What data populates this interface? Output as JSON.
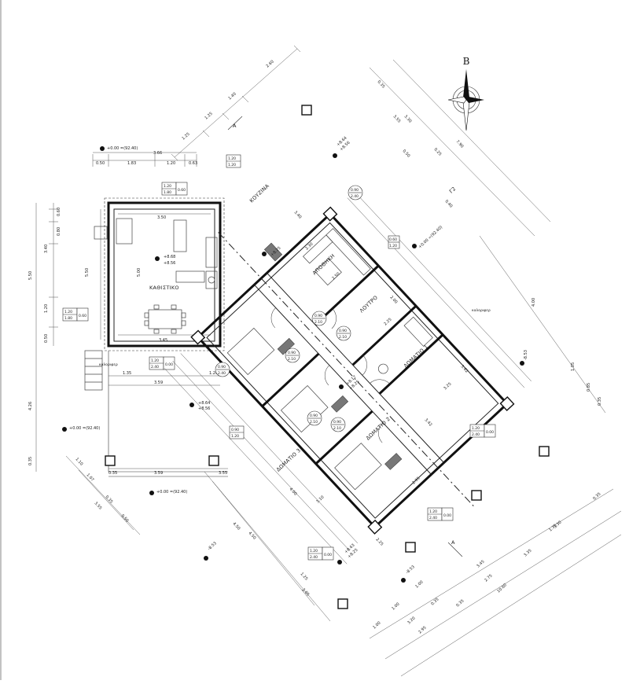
{
  "north": {
    "label": "B",
    "icon": "north-arrow-icon"
  },
  "rooms": [
    {
      "id": "living",
      "label": "ΚΑΘΙΣΤΙΚΟ",
      "level_top": "+8.68",
      "level_bottom": "+8.56"
    },
    {
      "id": "kitchen",
      "label": "ΚΟΥΖΙΝΑ"
    },
    {
      "id": "storage",
      "label": "ΑΠΟΘΗΚΗ"
    },
    {
      "id": "bath",
      "label": "ΛΟΥΤΡΟ"
    },
    {
      "id": "bed1",
      "label": "ΔΩΜΑΤΙΟ 1"
    },
    {
      "id": "bed2",
      "label": "ΔΩΜΑΤΙΟ 2"
    },
    {
      "id": "bed3",
      "label": "ΔΩΜΑΤΙΟ 3"
    }
  ],
  "labels": {
    "kalorifer": "καλοριφερ",
    "kalorifer2": "καλοριφερ"
  },
  "levels": {
    "ground_top": "+0.00 =(92.40)",
    "ground_left": "+0.00 =(92.40)",
    "ground_bottom": "+0.00 =(92.40)",
    "ground_right": "+0.00 =(92.40)",
    "porch_a": "+8.64",
    "porch_b": "+8.56",
    "kitchen_out_a": "+8.64",
    "kitchen_out_b": "+8.56",
    "corridor_a": "+8.17",
    "corridor_b": "+8.25",
    "storage_lvl": "+8.25",
    "bed3_out_a": "+8.63",
    "bed3_out_b": "+8.25",
    "ext_1": "-8.53",
    "ext_2": "-8.53",
    "ext_3": "-8.53"
  },
  "dims": {
    "top": [
      "0.50",
      "1.83",
      "1.20",
      "0.63"
    ],
    "top_total": "3.66",
    "top_diag": [
      "1.25",
      "1.25",
      "1.40",
      "2.60"
    ],
    "left_outer": "5.50",
    "left_inner": [
      "0.60",
      "0.80",
      "3.40",
      "1.20",
      "0.50"
    ],
    "left_mid": "5.50",
    "left_bottom": "4.26",
    "left_small": "0.35",
    "living_w": "3.50",
    "living_h": "5.00",
    "living_inner": "3.45",
    "porch_w1": "1.35",
    "porch_w2": "1.20",
    "porch_total": "3.59",
    "bottom_w": "3.59",
    "bottom_a": "0.35",
    "bottom_b": "3.55",
    "kitchen_w": "3.40",
    "kitchen_h": "2.30",
    "storage_w": "2.50",
    "bath_w": "2.25",
    "bath_h": "2.00",
    "bed1_w": "3.25",
    "bed1_h": "3.62",
    "bed2_w": "2.95",
    "bed2_h": "3.42",
    "bed3_w": "3.10",
    "bed3_h": "4.00",
    "right_a": "4.00",
    "right_b": "1.05",
    "right_c": "0.85",
    "right_d": "0.35",
    "right_top": [
      "0.35",
      "3.55",
      "0.50",
      "3.30",
      "0.25",
      "0.40",
      "7.90"
    ],
    "bottom_diag": [
      "1.00",
      "3.20",
      "2.95",
      "0.35",
      "1.00",
      "1.35",
      "10.60"
    ],
    "bottom_diag2": [
      "1.00",
      "3.45",
      "0.35",
      "2.75",
      "3.35",
      "3.30",
      "0.35"
    ],
    "bottom_left_diag": [
      "1.10",
      "1.07",
      "0.35",
      "3.55",
      "0.50"
    ],
    "bottom_mid": [
      "4.50",
      "4.50",
      "1.25",
      "2.05",
      "2.25"
    ]
  },
  "windows": {
    "w1": [
      "1.20",
      "1.20"
    ],
    "w2": [
      "1.20",
      "1.80",
      "0.60"
    ],
    "w3": [
      "1.20",
      "1.80",
      "0.60"
    ],
    "w4": [
      "1.20",
      "2.40",
      "0.00"
    ],
    "w5": [
      "0.60",
      "1.20"
    ],
    "w6": [
      "0.90",
      "2.40"
    ],
    "w7": [
      "0.90",
      "2.10"
    ],
    "w8": [
      "0.90",
      "2.10"
    ],
    "w9": [
      "0.90",
      "2.10"
    ],
    "w10": [
      "0.90",
      "2.10"
    ],
    "w11": [
      "0.90",
      "2.10"
    ],
    "w12": [
      "1.20",
      "2.40",
      "0.00"
    ],
    "w13": [
      "1.20",
      "2.40",
      "0.00"
    ],
    "w14": [
      "0.90",
      "1.20"
    ],
    "w15": [
      "1.20",
      "2.40",
      "0.00"
    ],
    "w16": [
      "0.90",
      "2.40"
    ]
  },
  "section_marks": {
    "top_left": "A",
    "right": "Γ2",
    "bottom": "A"
  }
}
